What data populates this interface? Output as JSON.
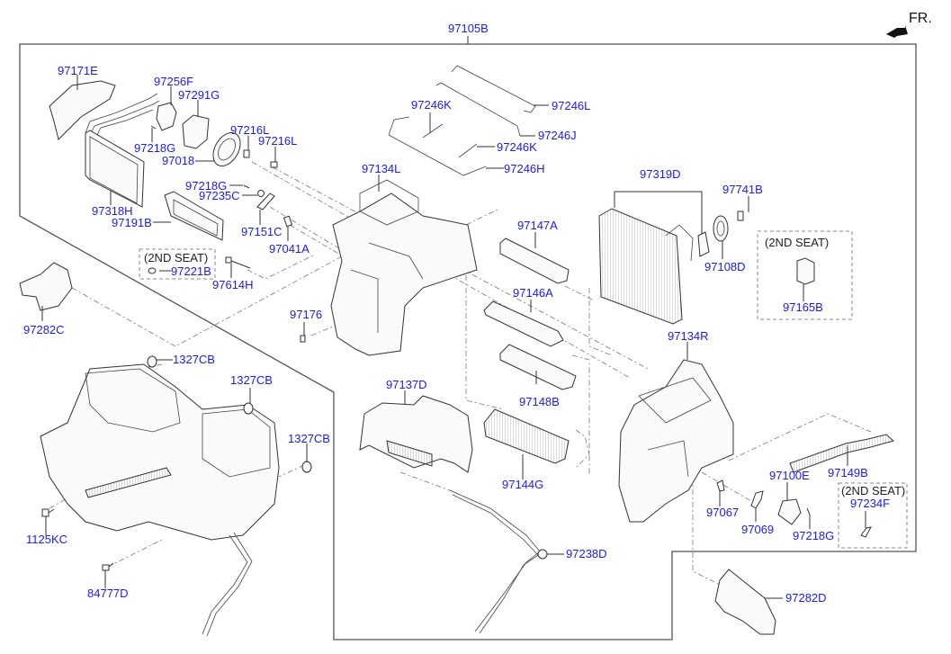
{
  "diagram": {
    "title_part": "97105B",
    "direction_indicator": "FR.",
    "accent_color": "#1a1aff",
    "notes": {
      "second_seat_1": "(2ND SEAT)",
      "second_seat_2": "(2ND SEAT)",
      "second_seat_3": "(2ND SEAT)"
    },
    "parts": [
      {
        "id": "97105B"
      },
      {
        "id": "97171E"
      },
      {
        "id": "97256F"
      },
      {
        "id": "97291G"
      },
      {
        "id": "97218G"
      },
      {
        "id": "97018"
      },
      {
        "id": "97216L"
      },
      {
        "id": "97216L"
      },
      {
        "id": "97218G"
      },
      {
        "id": "97235C"
      },
      {
        "id": "97318H"
      },
      {
        "id": "97191B"
      },
      {
        "id": "97151C"
      },
      {
        "id": "97041A"
      },
      {
        "id": "97221B"
      },
      {
        "id": "97614H"
      },
      {
        "id": "97282C"
      },
      {
        "id": "97176"
      },
      {
        "id": "97134L"
      },
      {
        "id": "97246K"
      },
      {
        "id": "97246L"
      },
      {
        "id": "97246J"
      },
      {
        "id": "97246K"
      },
      {
        "id": "97246H"
      },
      {
        "id": "97147A"
      },
      {
        "id": "97146A"
      },
      {
        "id": "97148B"
      },
      {
        "id": "97137D"
      },
      {
        "id": "97144G"
      },
      {
        "id": "97238D"
      },
      {
        "id": "97319D"
      },
      {
        "id": "97741B"
      },
      {
        "id": "97108D"
      },
      {
        "id": "97165B"
      },
      {
        "id": "97134R"
      },
      {
        "id": "97100E"
      },
      {
        "id": "97149B"
      },
      {
        "id": "97067"
      },
      {
        "id": "97069"
      },
      {
        "id": "97218G"
      },
      {
        "id": "97234F"
      },
      {
        "id": "97282D"
      },
      {
        "id": "1327CB"
      },
      {
        "id": "1327CB"
      },
      {
        "id": "1327CB"
      },
      {
        "id": "1125KC"
      },
      {
        "id": "84777D"
      }
    ]
  }
}
